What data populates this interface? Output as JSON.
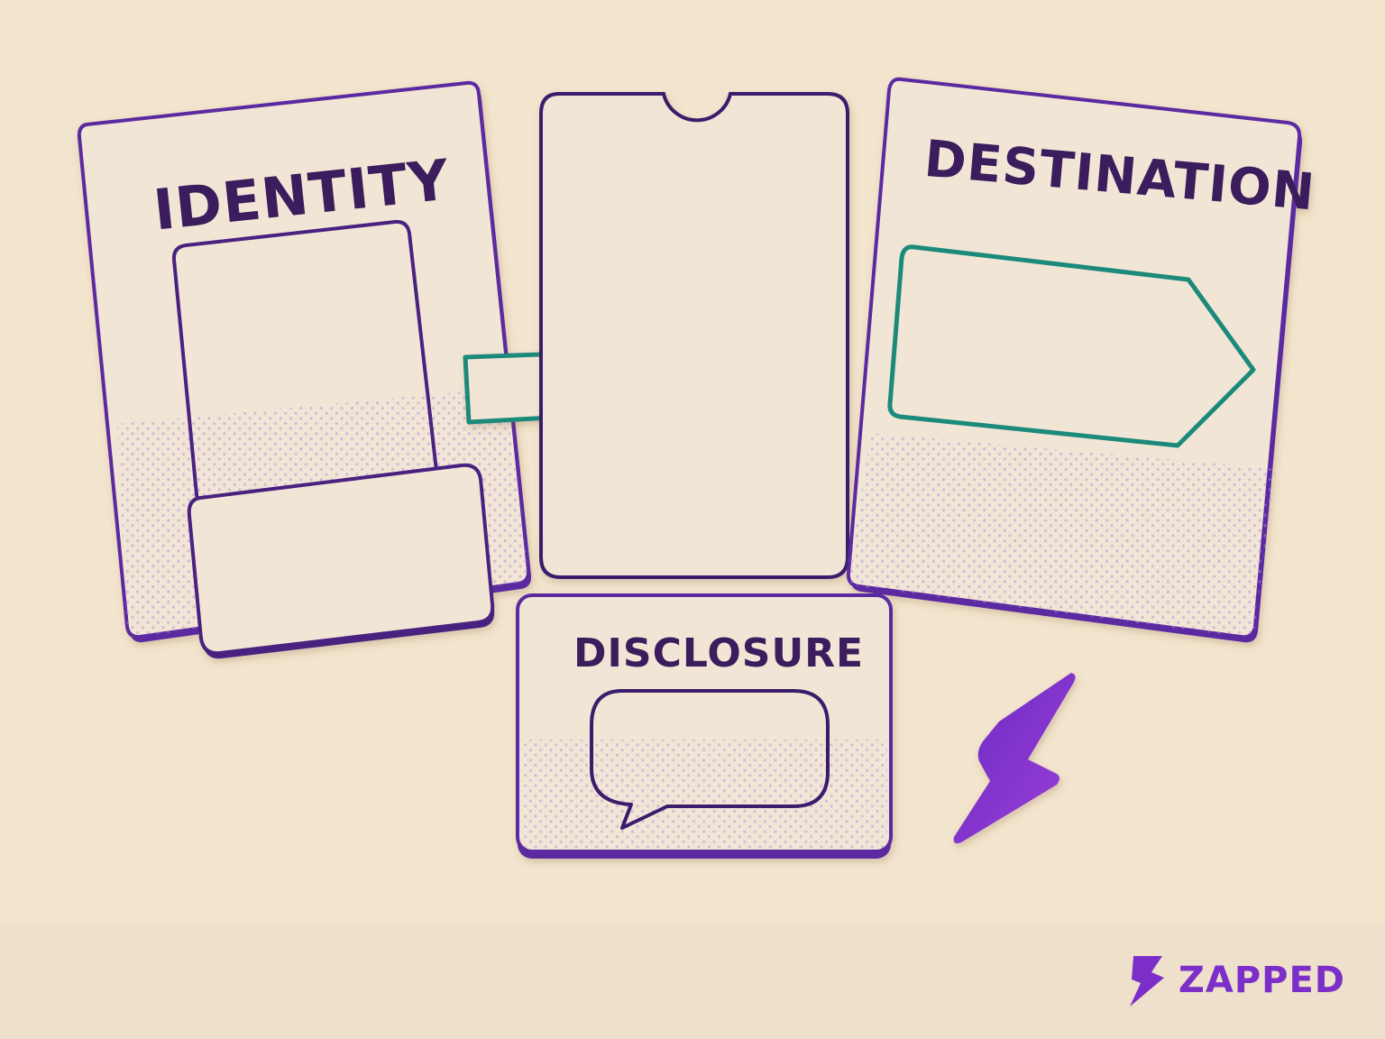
{
  "cards": {
    "identity": {
      "title": "IDENTITY"
    },
    "destination": {
      "title": "DESTINATION"
    },
    "disclosure": {
      "title": "DISCLOSURE"
    }
  },
  "brand": {
    "name": "ZAPPED"
  },
  "colors": {
    "background": "#f3e4cd",
    "card": "#f1e6d6",
    "purple": "#5b2aa0",
    "teal": "#1f8a7a",
    "text": "#3a1d5c",
    "accent": "#7b2fc8"
  }
}
